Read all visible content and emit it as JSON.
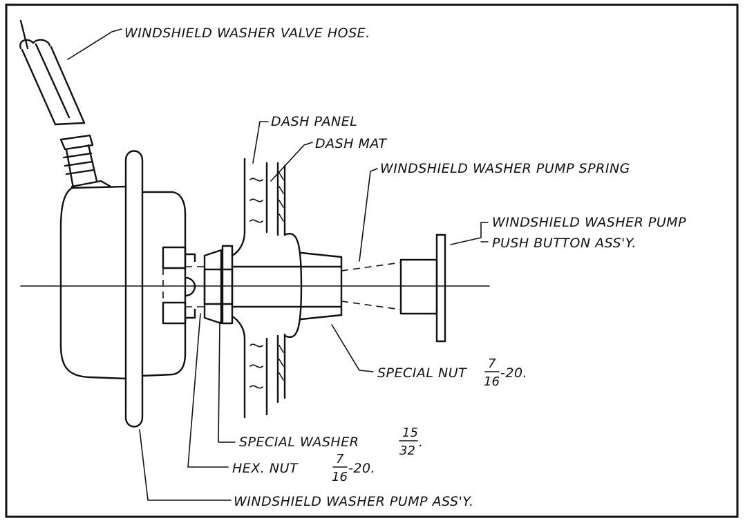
{
  "labels": {
    "valve_hose": "WINDSHIELD WASHER VALVE HOSE.",
    "dash_panel": "DASH PANEL",
    "dash_mat": "DASH MAT",
    "pump_spring": "WINDSHIELD WASHER PUMP SPRING",
    "push_button_line1": "WINDSHIELD WASHER PUMP",
    "push_button_line2": "PUSH BUTTON ASS'Y.",
    "special_nut": {
      "text": "SPECIAL NUT",
      "num": "7",
      "den": "16",
      "suffix": "-20."
    },
    "special_washer": {
      "text": "SPECIAL WASHER",
      "num": "15",
      "den": "32",
      "suffix": "."
    },
    "hex_nut": {
      "text": "HEX. NUT",
      "num": "7",
      "den": "16",
      "suffix": "-20."
    },
    "pump_assy": "WINDSHIELD WASHER PUMP ASS'Y."
  }
}
